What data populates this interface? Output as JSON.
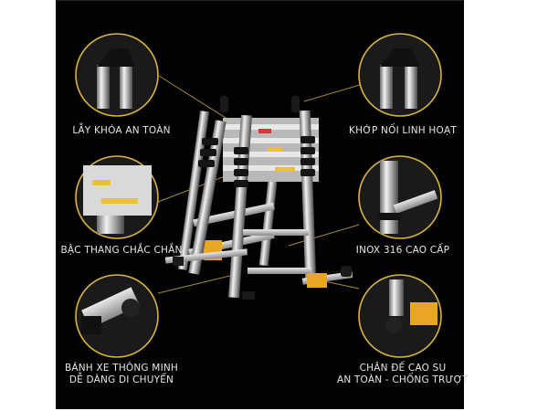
{
  "colors": {
    "background": "#020202",
    "accent_gold": "#c9a640",
    "text": "#e6e6e6",
    "foot_orange": "#e8a623"
  },
  "features": [
    {
      "id": "safety-latch",
      "label": "LẪY KHÓA AN TOÀN",
      "icon": "latch-closeup"
    },
    {
      "id": "flexible-joint",
      "label": "KHỚP NỐI LINH HOẠT",
      "icon": "hinge-closeup"
    },
    {
      "id": "sturdy-steps",
      "label": "BẬC THANG CHẮC CHẮN",
      "icon": "steps-closeup"
    },
    {
      "id": "stainless-316",
      "label": "INOX 316 CAO CẤP",
      "icon": "tube-closeup"
    },
    {
      "id": "smart-wheels",
      "label_line1": "BÁNH XE THÔNG MINH",
      "label_line2": "DỄ DÀNG DI CHUYỂN",
      "icon": "wheel-closeup"
    },
    {
      "id": "rubber-feet",
      "label_line1": "CHÂN ĐẾ CAO SU",
      "label_line2": "AN TOÀN - CHỐNG TRƯỢT",
      "icon": "foot-closeup"
    }
  ]
}
